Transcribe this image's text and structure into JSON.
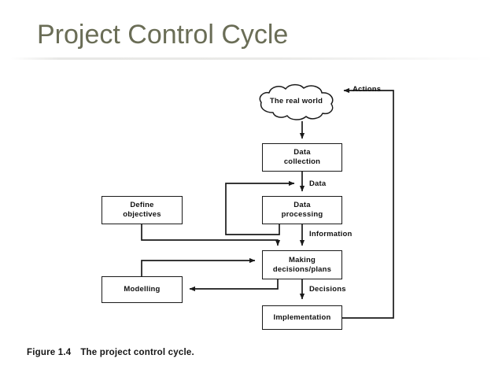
{
  "slide": {
    "title": "Project Control Cycle",
    "title_color": "#6a6d56",
    "background_color": "#ffffff"
  },
  "figure": {
    "caption_number": "Figure 1.4",
    "caption_text": "The project control cycle.",
    "line_color": "#1a1a1a",
    "nodes": [
      {
        "id": "real-world",
        "shape": "cloud",
        "line1": "The",
        "line2": "real world"
      },
      {
        "id": "data-collection",
        "shape": "rectangle",
        "line1": "Data",
        "line2": "collection"
      },
      {
        "id": "define-objectives",
        "shape": "rectangle",
        "line1": "Define",
        "line2": "objectives"
      },
      {
        "id": "data-processing",
        "shape": "rectangle",
        "line1": "Data",
        "line2": "processing"
      },
      {
        "id": "making-decisions",
        "shape": "rectangle",
        "line1": "Making",
        "line2": "decisions/plans"
      },
      {
        "id": "modelling",
        "shape": "rectangle",
        "line1": "Modelling",
        "line2": ""
      },
      {
        "id": "implementation",
        "shape": "rectangle",
        "line1": "Implementation",
        "line2": ""
      }
    ],
    "edge_labels": [
      {
        "id": "actions",
        "text": "Actions"
      },
      {
        "id": "data",
        "text": "Data"
      },
      {
        "id": "information",
        "text": "Information"
      },
      {
        "id": "decisions",
        "text": "Decisions"
      }
    ]
  }
}
